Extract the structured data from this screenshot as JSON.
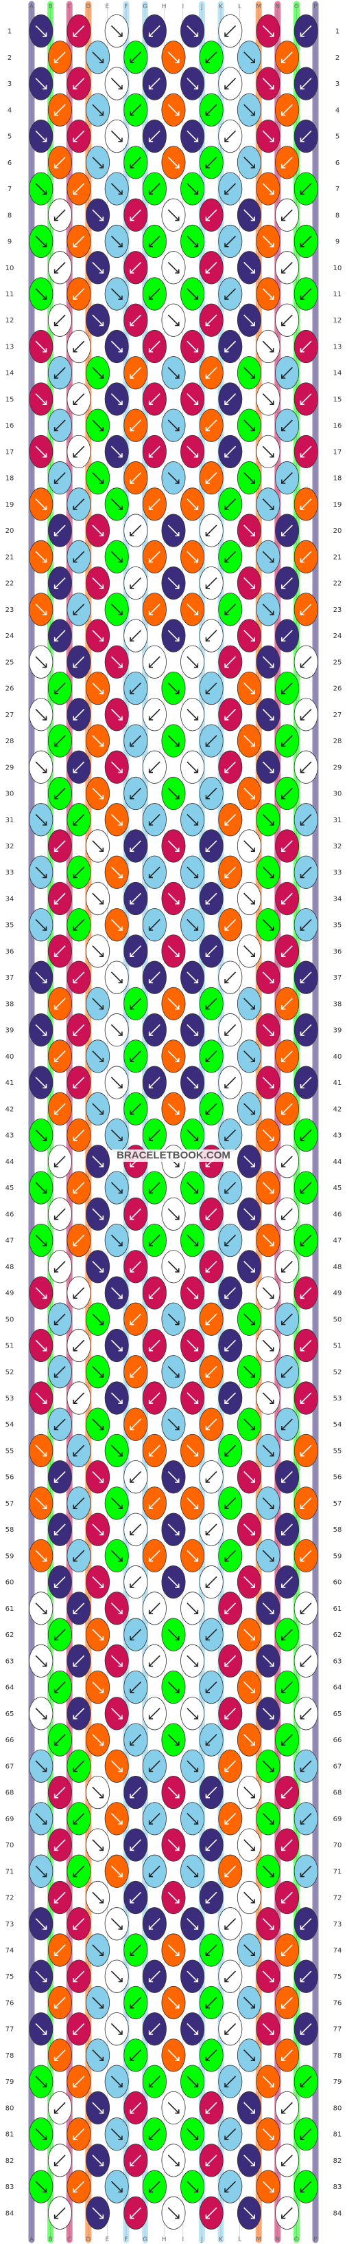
{
  "watermark": "BRACELETBOOK.COM",
  "pattern": {
    "rows": 84,
    "strings": 16,
    "column_letters": [
      "A",
      "B",
      "C",
      "D",
      "E",
      "F",
      "G",
      "H",
      "I",
      "J",
      "K",
      "L",
      "M",
      "N",
      "O",
      "P"
    ],
    "string_colors": [
      "#3b2d7c",
      "#00ff00",
      "#cc1155",
      "#ff6600",
      "#ffffff",
      "#87ceeb",
      "#87ceeb",
      "#ffffff",
      "#ffffff",
      "#87ceeb",
      "#87ceeb",
      "#ffffff",
      "#ff6600",
      "#cc1155",
      "#00ff00",
      "#3b2d7c"
    ]
  },
  "colors": {
    "navy": "#3b2d7c",
    "green": "#00ff00",
    "crimson": "#cc1155",
    "orange": "#ff6600",
    "white": "#ffffff",
    "skyblue": "#87ceeb"
  }
}
